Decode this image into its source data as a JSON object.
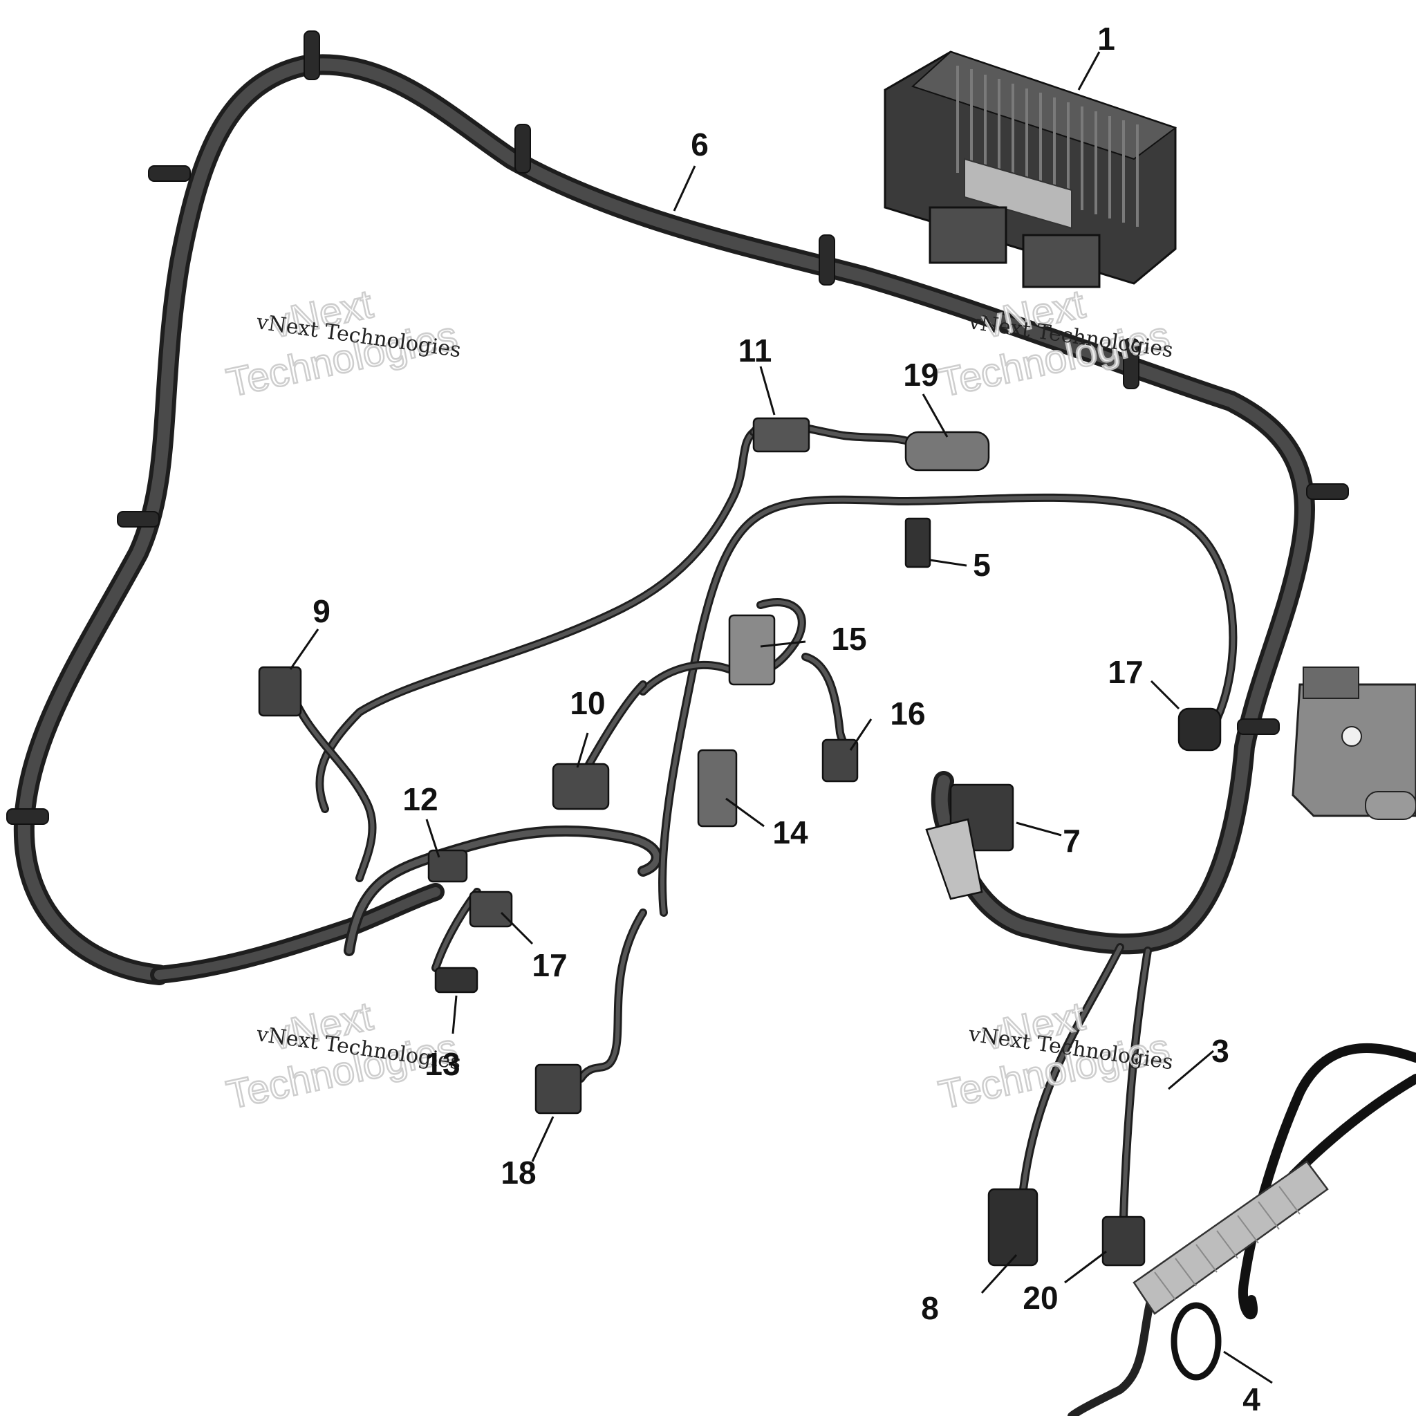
{
  "watermark": {
    "line_small": "vNext Technologies",
    "line_big_1": "vNext",
    "line_big_2": "Technologies"
  },
  "callouts": [
    {
      "id": "c1",
      "label": "1"
    },
    {
      "id": "c3",
      "label": "3"
    },
    {
      "id": "c4",
      "label": "4"
    },
    {
      "id": "c5",
      "label": "5"
    },
    {
      "id": "c6",
      "label": "6"
    },
    {
      "id": "c7",
      "label": "7"
    },
    {
      "id": "c8",
      "label": "8"
    },
    {
      "id": "c9",
      "label": "9"
    },
    {
      "id": "c10",
      "label": "10"
    },
    {
      "id": "c11",
      "label": "11"
    },
    {
      "id": "c12",
      "label": "12"
    },
    {
      "id": "c13",
      "label": "13"
    },
    {
      "id": "c14",
      "label": "14"
    },
    {
      "id": "c15",
      "label": "15"
    },
    {
      "id": "c16",
      "label": "16"
    },
    {
      "id": "c17a",
      "label": "17"
    },
    {
      "id": "c17b",
      "label": "17"
    },
    {
      "id": "c18",
      "label": "18"
    },
    {
      "id": "c19",
      "label": "19"
    },
    {
      "id": "c20",
      "label": "20"
    }
  ],
  "colors": {
    "harness_main": "#3c3c3c",
    "harness_edge": "#1e1e1e",
    "connector": "#4a4a4a",
    "module_light": "#8a8a8a",
    "callout_text": "#111111"
  }
}
